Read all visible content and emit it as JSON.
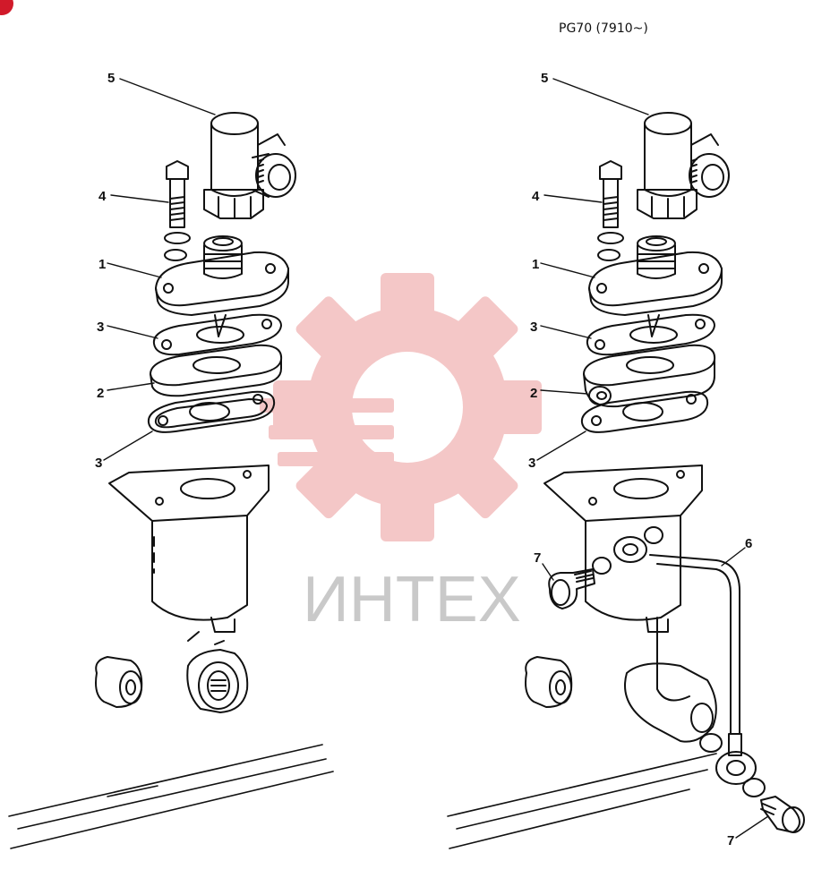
{
  "header": {
    "model_code": "PG70 (7910~)"
  },
  "watermark": {
    "text": "ИНТЕХ",
    "color": "#f3c2c2"
  },
  "left_assembly": {
    "labels": {
      "p5": "5",
      "p4": "4",
      "p1": "1",
      "p3a": "3",
      "p2": "2",
      "p3b": "3"
    }
  },
  "right_assembly": {
    "labels": {
      "p5": "5",
      "p4": "4",
      "p1": "1",
      "p3a": "3",
      "p2": "2",
      "p3b": "3",
      "p6": "6",
      "p7a": "7",
      "p7b": "7"
    }
  },
  "colors": {
    "ink": "#111111",
    "badge": "#d11a2a"
  }
}
